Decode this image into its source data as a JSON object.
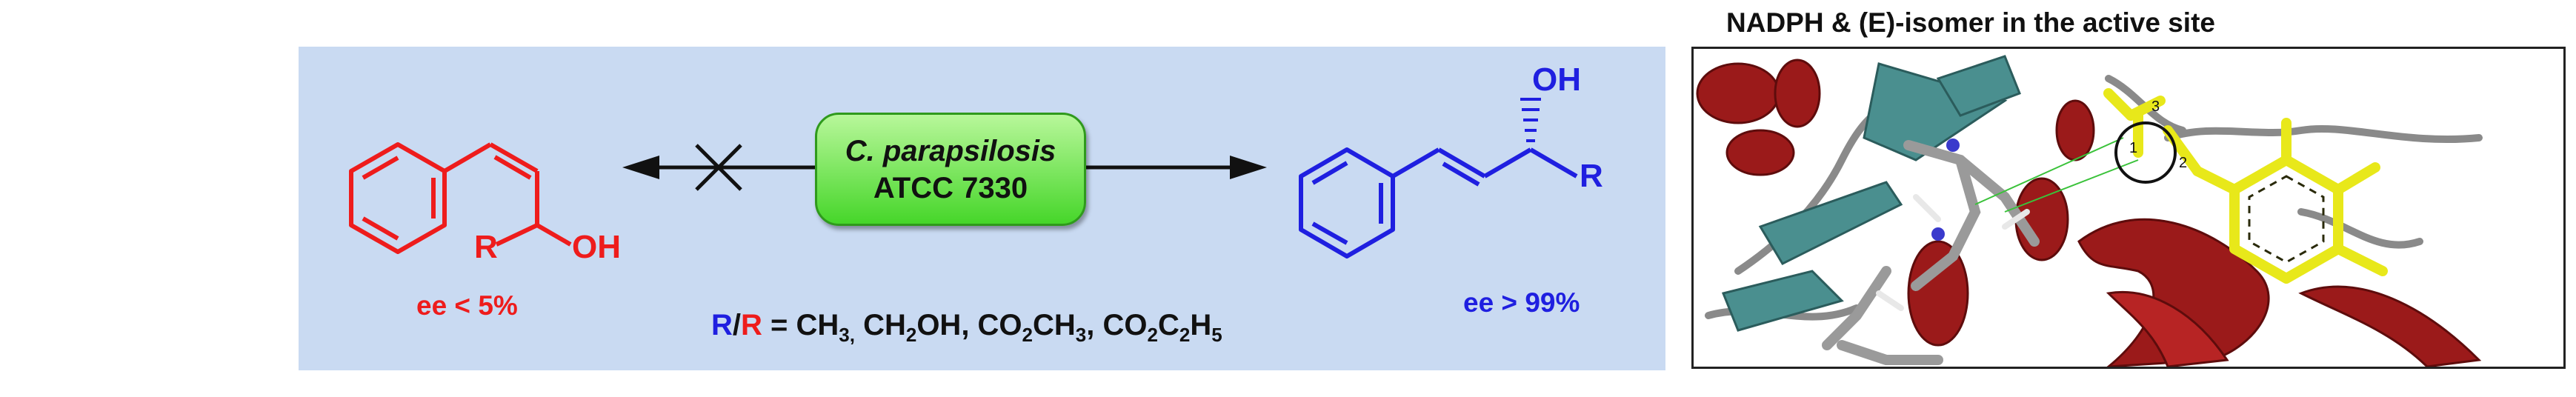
{
  "scheme": {
    "enzyme_name": "C. parapsilosis",
    "enzyme_strain": "ATCC 7330",
    "left_ee": "ee  < 5%",
    "right_ee": "ee  > 99%",
    "r_definition": {
      "r_blue": "R",
      "slash": "/",
      "r_red": "R",
      "equals": " = CH",
      "ch3_sub": "3,",
      "ch2": " CH",
      "ch2_sub": "2",
      "oh": "OH, CO",
      "co2_sub": "2",
      "ch3b": "CH",
      "ch3b_sub": "3",
      "comma": ", CO",
      "co2b_sub": "2",
      "c": "C",
      "c2_sub": "2",
      "h": "H",
      "h5_sub": "5"
    },
    "left_labels": {
      "r": "R",
      "oh": "OH"
    },
    "right_labels": {
      "oh": "OH",
      "r": "R"
    }
  },
  "active_site": {
    "title": "NADPH & (E)-isomer in  the active site",
    "distance_labels": [
      "3",
      "1",
      "2"
    ]
  },
  "colors": {
    "panel": "#c9daf2",
    "red": "#ee1c1c",
    "blue": "#1f1fe0",
    "enzyme_green": "#46d62a",
    "helix_red": "#9b1a1a",
    "ligand_yellow": "#e8e81a",
    "sheet_teal": "#4a8f8f"
  }
}
